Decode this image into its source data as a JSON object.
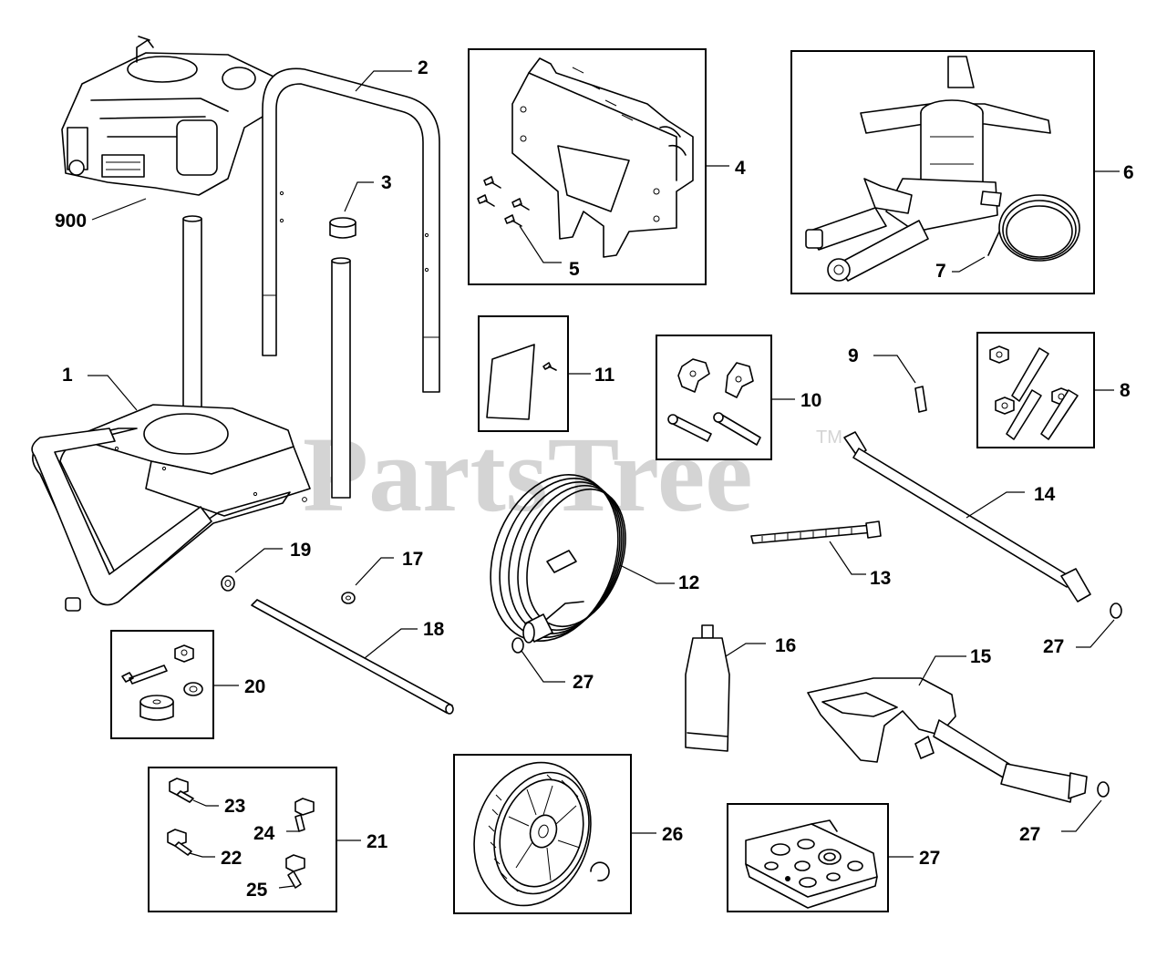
{
  "watermark": {
    "text": "PartsTree",
    "trademark": "TM"
  },
  "callouts": {
    "p1": "1",
    "p2": "2",
    "p3": "3",
    "p4": "4",
    "p5": "5",
    "p6": "6",
    "p7": "7",
    "p8": "8",
    "p9": "9",
    "p10": "10",
    "p11": "11",
    "p12": "12",
    "p13": "13",
    "p14": "14",
    "p15": "15",
    "p16": "16",
    "p17": "17",
    "p18": "18",
    "p19": "19",
    "p20": "20",
    "p21": "21",
    "p22": "22",
    "p23": "23",
    "p24": "24",
    "p25": "25",
    "p26": "26",
    "p27_hose": "27",
    "p27_wand": "27",
    "p27_gun": "27",
    "p27_kit": "27",
    "p900": "900"
  }
}
